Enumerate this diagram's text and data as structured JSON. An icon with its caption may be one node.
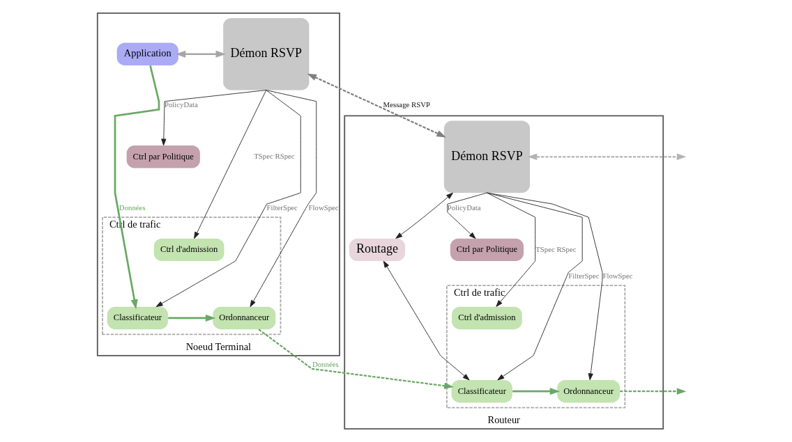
{
  "diagram": {
    "nodes": [
      {
        "text": [
          "Noeud Terminal"
        ]
      },
      {
        "text": [
          "Application"
        ],
        "in": 0
      },
      {
        "text": [
          "Démon RSVP"
        ],
        "in": 0
      },
      {
        "text": [
          "Ctrl par Politique"
        ],
        "in": 0
      },
      {
        "text": [
          "Ctrl de trafic"
        ],
        "in": 0
      },
      {
        "text": [
          "Ctrl d'admission"
        ],
        "in": 4
      },
      {
        "text": [
          "Classificateur"
        ],
        "in": 4
      },
      {
        "text": [
          "Ordonnanceur"
        ],
        "in": 4
      },
      {
        "text": [
          "Routeur"
        ]
      },
      {
        "text": [
          "Routage"
        ],
        "in": 8
      },
      {
        "text": [
          "Démon RSVP"
        ],
        "in": 8
      },
      {
        "text": [
          "Ctrl par Politique"
        ],
        "in": 8
      },
      {
        "text": [
          "Ctrl de trafic"
        ],
        "in": 8
      },
      {
        "text": [
          "Ctrl d'admission"
        ],
        "in": 12
      },
      {
        "text": [
          "Classificateur"
        ],
        "in": 12
      },
      {
        "text": [
          "Ordonnanceur"
        ],
        "in": 12
      }
    ],
    "edges": [
      {
        "from": 1,
        "to": 2,
        "arrow": "both",
        "style": "thick",
        "color": "#a6a6a6"
      },
      {
        "from": 2,
        "to": 10,
        "arrow": "both",
        "style": "dashed",
        "color": "#808080",
        "label": "Message RSVP"
      },
      {
        "from": 10,
        "to": null,
        "arrow": "both",
        "style": "dashed",
        "color": "#b3b3b3"
      },
      {
        "from": 2,
        "to": 3,
        "arrow": "to",
        "label": "PolicyData"
      },
      {
        "from": 2,
        "to": 5,
        "arrow": "to",
        "label": "TSpec RSpec"
      },
      {
        "from": 2,
        "to": 6,
        "arrow": "to",
        "label": "FilterSpec"
      },
      {
        "from": 2,
        "to": 7,
        "arrow": "to",
        "label": "FlowSpec"
      },
      {
        "from": 1,
        "to": 6,
        "arrow": "to",
        "style": "thick",
        "color": "#6aa865",
        "label": "Données"
      },
      {
        "from": 6,
        "to": 7,
        "arrow": "to",
        "style": "thick",
        "color": "#6aa865"
      },
      {
        "from": 7,
        "to": 14,
        "arrow": "to",
        "style": "dashed",
        "color": "#6aa865",
        "label": "Données"
      },
      {
        "from": 9,
        "to": 10,
        "arrow": "both"
      },
      {
        "from": 9,
        "to": 14,
        "arrow": "both"
      },
      {
        "from": 10,
        "to": 11,
        "arrow": "to",
        "label": "PolicyData"
      },
      {
        "from": 10,
        "to": 13,
        "arrow": "to",
        "label": "TSpec RSpec"
      },
      {
        "from": 10,
        "to": 14,
        "arrow": "to",
        "label": "FilterSpec"
      },
      {
        "from": 10,
        "to": 15,
        "arrow": "to",
        "label": "FlowSpec"
      },
      {
        "from": 14,
        "to": 15,
        "arrow": "to",
        "style": "thick",
        "color": "#6aa865"
      },
      {
        "from": 15,
        "to": null,
        "arrow": "to",
        "style": "dashed",
        "color": "#6aa865"
      }
    ]
  }
}
